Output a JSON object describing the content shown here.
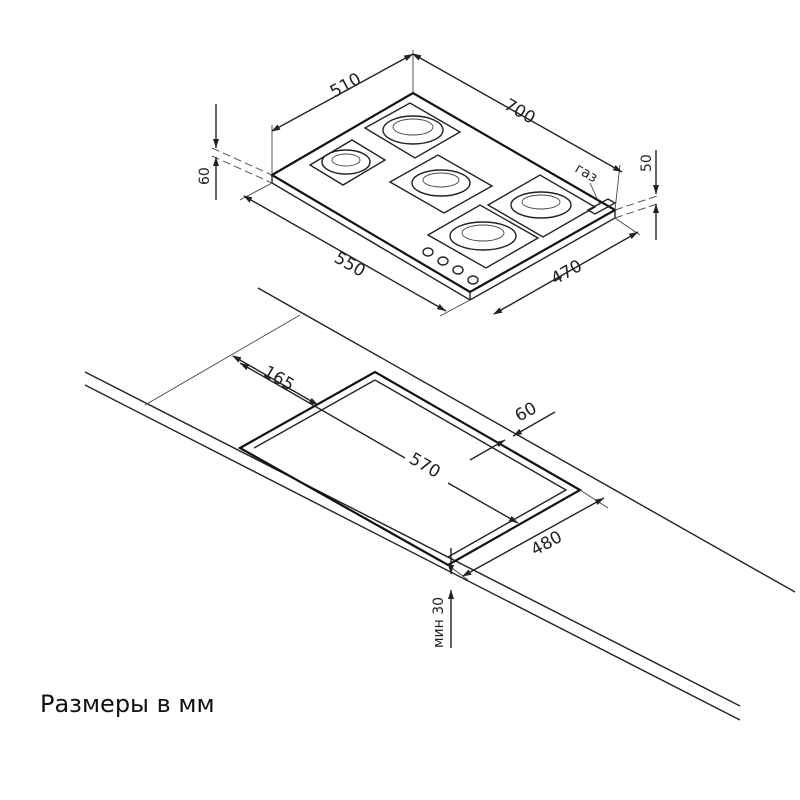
{
  "hob_dims": {
    "depth": "510",
    "width": "700",
    "height": "60",
    "side_height": "50",
    "gas": "газ",
    "length": "550",
    "cutout_depth": "470"
  },
  "cutout_dims": {
    "offset": "165",
    "front": "60",
    "length": "570",
    "depth": "480",
    "min_thickness": "мин 30"
  },
  "caption": "Размеры в мм"
}
